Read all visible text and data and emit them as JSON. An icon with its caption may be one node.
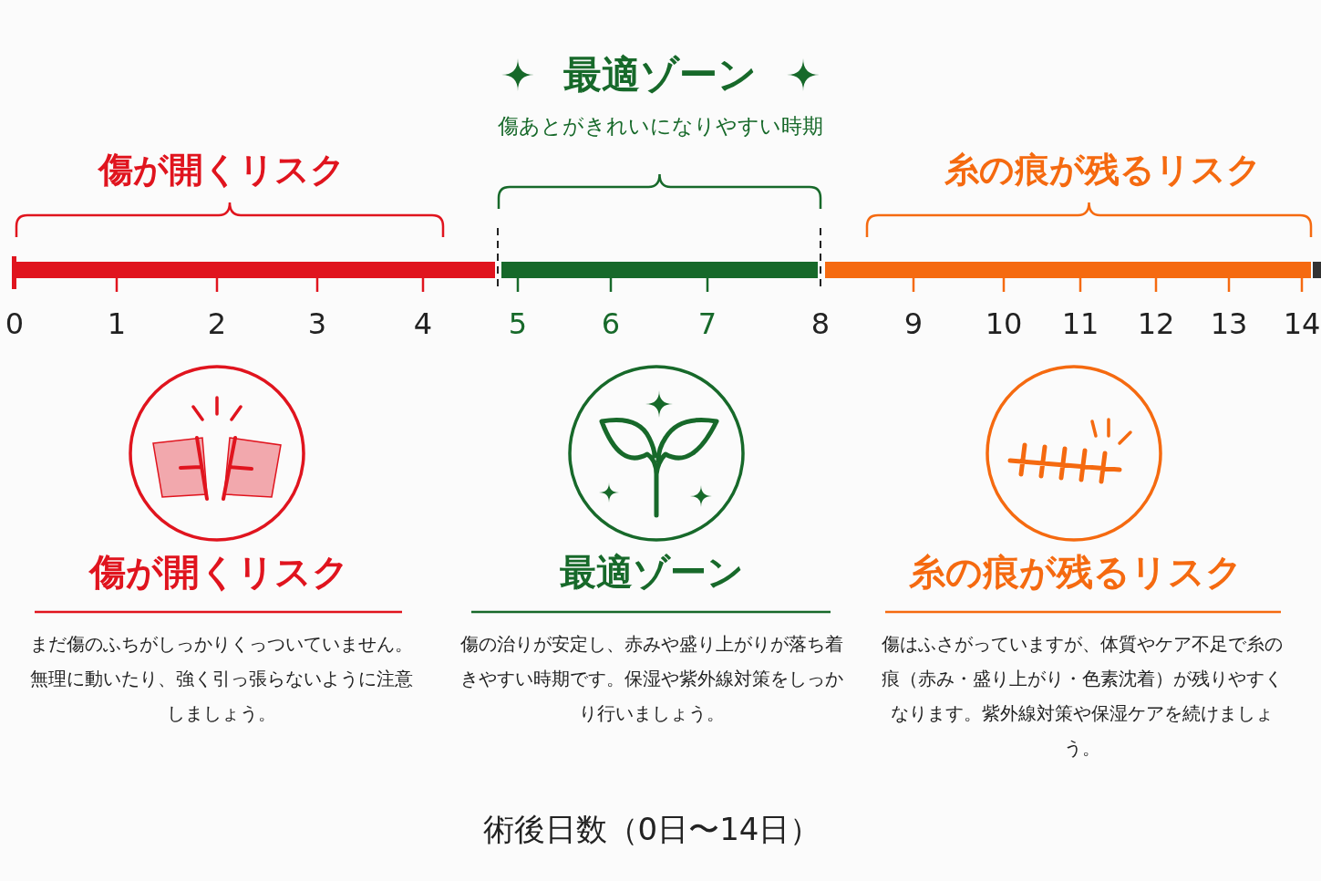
{
  "diagram": {
    "caption": "術後日数（0日〜14日）",
    "labels": [
      "最適ゾーン",
      "傷あとがきれいになりやすい時期",
      "傷が開くリスク",
      "糸の痕が残るリスク",
      "0",
      "1",
      "2",
      "3",
      "4",
      "5",
      "6",
      "7",
      "8",
      "9",
      "10",
      "11",
      "12",
      "13",
      "14",
      "傷が開くリスク",
      "まだ傷のふちがしっかりくっついていません。無理に動いたり、強く引っ張らないように注意しましょう。",
      "最適ゾーン",
      "傷の治りが安定し、赤みや盛り上がりが落ち着きやすい時期です。保湿や紫外線対策をしっかり行いましょう。",
      "糸の痕が残るリスク",
      "傷はふさがっていますが、体質やケア不足で糸の痕（赤み・盛り上がり・色素沈着）が残りやすくなります。紫外線対策や保湿ケアを続けましょう。"
    ]
  }
}
